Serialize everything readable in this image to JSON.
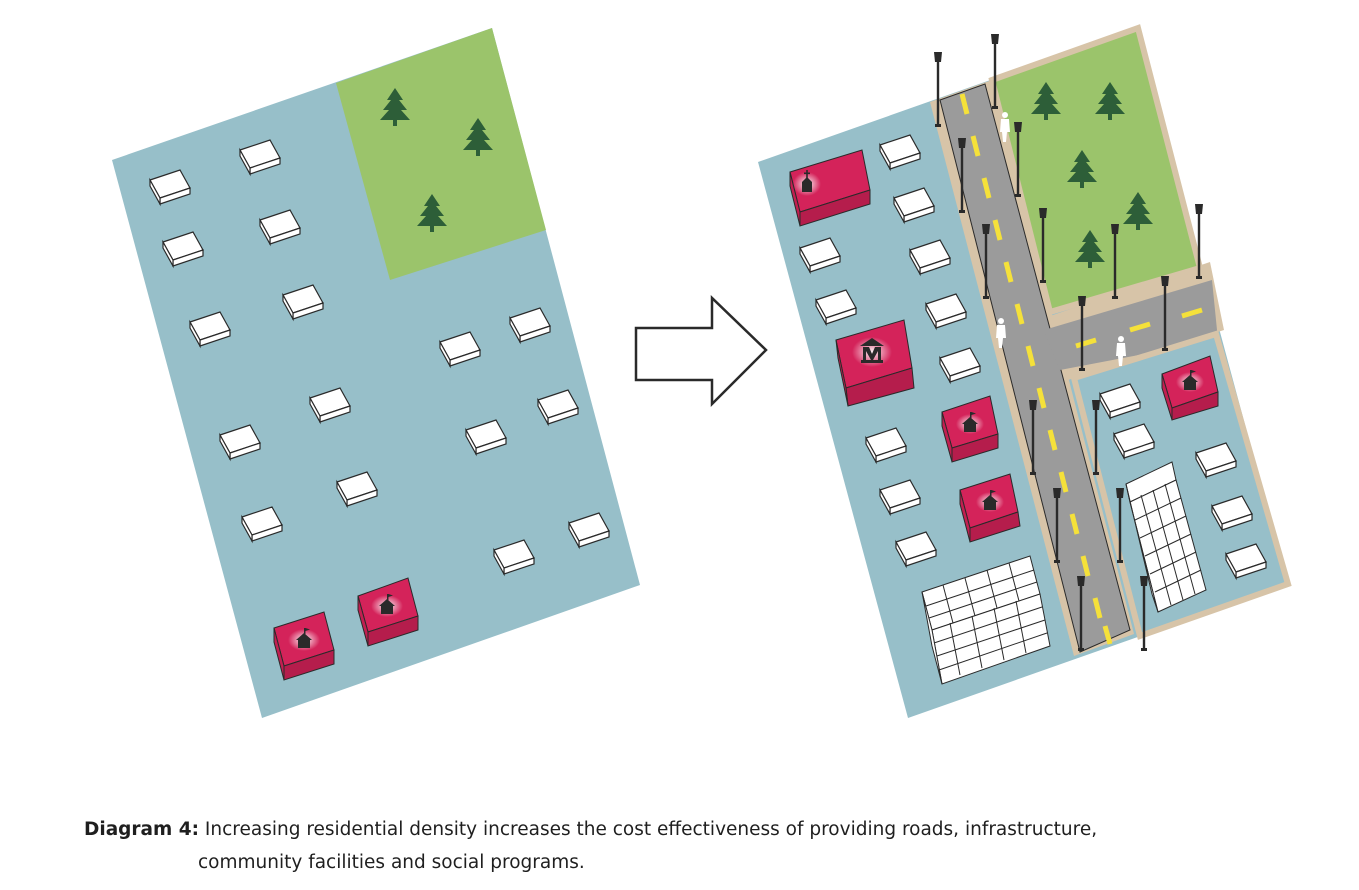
{
  "caption": {
    "label": "Diagram 4:",
    "line1": "Increasing residential density increases the cost effectiveness of providing roads, infrastructure,",
    "line2": "community facilities and social programs."
  },
  "colors": {
    "lot": "#97bfc9",
    "park": "#9bc46b",
    "tree": "#2d5e38",
    "house": "#ffffff",
    "facility": "#d4235a",
    "road": "#9b9b9b",
    "sidewalk": "#d7c4a8",
    "lane_marking": "#f5e13a",
    "outline": "#2a2a2a"
  },
  "icons": {
    "facility_left_1": "school-icon",
    "facility_left_2": "school-icon",
    "facility_right_1": "church-icon",
    "facility_right_2": "museum-icon",
    "facility_right_3": "school-icon",
    "facility_right_4": "school-icon",
    "facility_right_5": "school-icon",
    "arrow": "right-arrow-icon"
  }
}
